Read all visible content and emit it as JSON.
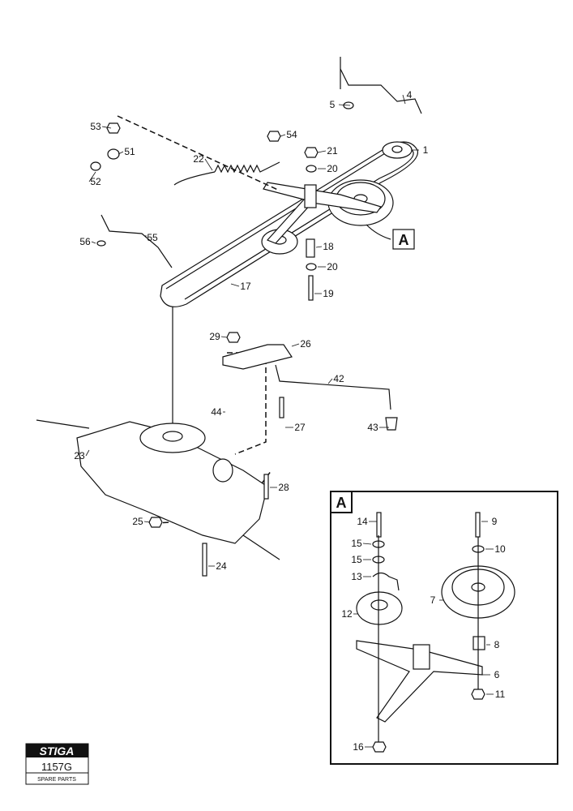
{
  "diagram": {
    "callouts": [
      "1",
      "4",
      "5",
      "17",
      "18",
      "19",
      "20",
      "20",
      "21",
      "22",
      "51",
      "52",
      "53",
      "54",
      "55",
      "56",
      "23",
      "24",
      "25",
      "26",
      "27",
      "28",
      "29",
      "42",
      "43",
      "44"
    ],
    "detail_ref_label": "A",
    "inset": {
      "label": "A",
      "callouts": [
        "14",
        "15",
        "15",
        "13",
        "12",
        "16",
        "9",
        "10",
        "7",
        "8",
        "6",
        "11"
      ]
    }
  },
  "logo": {
    "brand": "STIGA",
    "code": "1157G",
    "caption": "SPARE PARTS"
  }
}
